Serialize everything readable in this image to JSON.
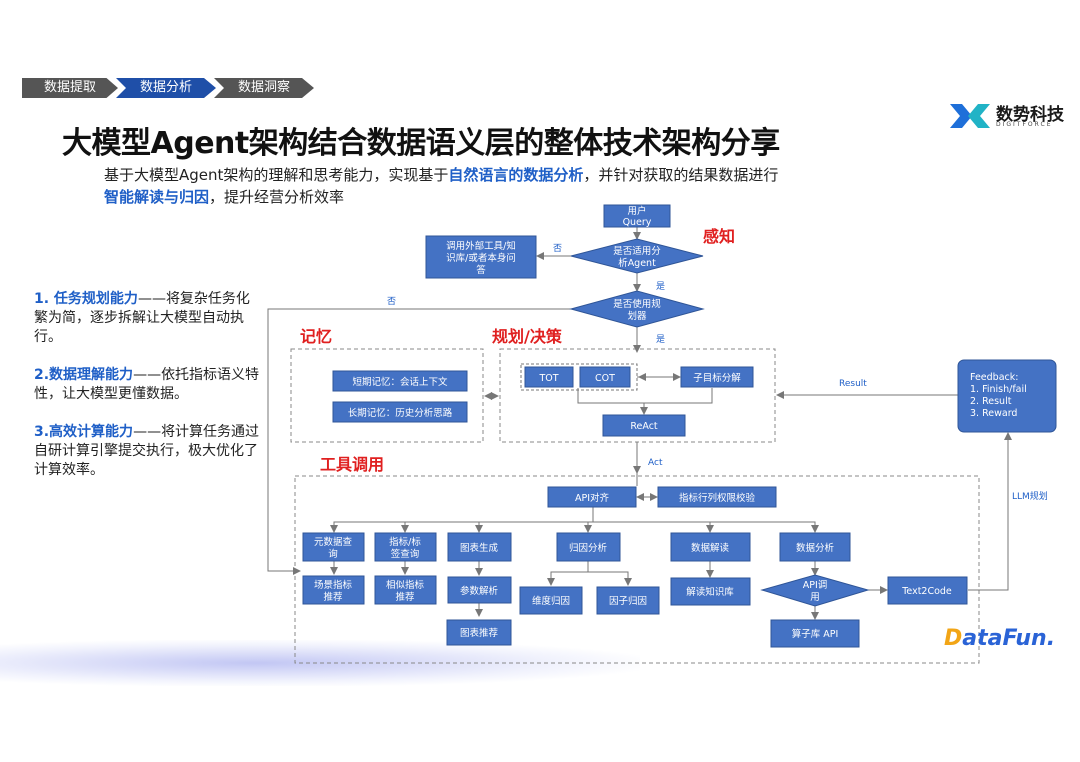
{
  "breadcrumbs": [
    "数据提取",
    "数据分析",
    "数据洞察"
  ],
  "logo": {
    "name": "数势科技",
    "sub": "DIGITFORCE"
  },
  "title": "大模型Agent架构结合数据语义层的整体技术架构分享",
  "subtitle": {
    "p1": "基于大模型Agent架构的理解和思考能力，实现基于",
    "hl1": "自然语言的数据分析",
    "p2": "，并针对获取的结果数据进行",
    "hl2": "智能解读与归因",
    "p3": "，提升经营分析效率"
  },
  "capabilities": [
    {
      "head": "1. 任务规划能力",
      "body": "——将复杂任务化繁为简，逐步拆解让大模型自动执行。"
    },
    {
      "head": "2.数据理解能力",
      "body": "——依托指标语义特性，让大模型更懂数据。"
    },
    {
      "head": "3.高效计算能力",
      "body": "——将计算任务通过自研计算引擎提交执行，极大优化了计算效率。"
    }
  ],
  "sections": {
    "perception": "感知",
    "memory": "记忆",
    "planning": "规划/决策",
    "tools": "工具调用"
  },
  "nodes": {
    "query_l1": "用户",
    "query_l2": "Query",
    "decide_l1": "是否适用分",
    "decide_l2": "析Agent",
    "external_l1": "调用外部工具/知",
    "external_l2": "识库/或者本身问",
    "external_l3": "答",
    "planner_l1": "是否使用规",
    "planner_l2": "划器",
    "short_mem": "短期记忆：会话上下文",
    "long_mem": "长期记忆：历史分析思路",
    "tot": "TOT",
    "cot": "COT",
    "subgoal": "子目标分解",
    "react": "ReAct",
    "feedback": [
      "Feedback:",
      "1. Finish/fail",
      "2. Result",
      "3. Reward"
    ],
    "api_align": "API对齐",
    "permission": "指标行列权限校验",
    "meta_l1": "元数据查",
    "meta_l2": "询",
    "metric_l1": "指标/标",
    "metric_l2": "签查询",
    "chart_gen": "图表生成",
    "attribution": "归因分析",
    "interpret": "数据解读",
    "analysis": "数据分析",
    "scene_l1": "场景指标",
    "scene_l2": "推荐",
    "similar_l1": "相似指标",
    "similar_l2": "推荐",
    "param": "参数解析",
    "dim_attr": "维度归因",
    "factor_attr": "因子归因",
    "knowledge": "解读知识库",
    "api_call_l1": "API调",
    "api_call_l2": "用",
    "text2code": "Text2Code",
    "chart_rec": "图表推荐",
    "operator_api": "算子库 API"
  },
  "edge_labels": {
    "no1": "否",
    "yes1": "是",
    "no2": "否",
    "yes2": "是",
    "result": "Result",
    "act": "Act",
    "llm": "LLM规划"
  },
  "brand": {
    "part1": "D",
    "part2": "ataFun."
  },
  "colors": {
    "node": "#4472c4",
    "accent": "#1f5fc7",
    "red": "#e02020"
  }
}
